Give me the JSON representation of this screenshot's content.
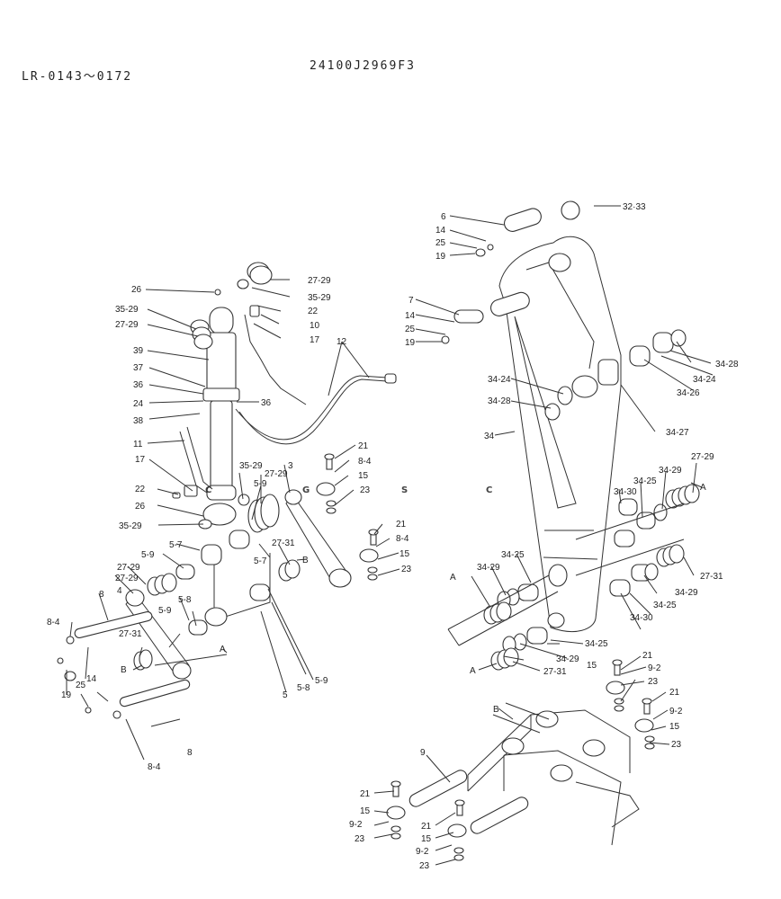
{
  "header": {
    "serial_range": "LR-0143〜0172",
    "drawing_number": "24100J2969F3"
  },
  "watermark": {
    "letters": [
      "C",
      "G",
      "S",
      "C"
    ],
    "colors": [
      "#4d8ff0",
      "#ef6b63",
      "#f7cf52",
      "#3fae7c"
    ]
  },
  "callouts": [
    {
      "id": "l1",
      "text": "6"
    },
    {
      "id": "l2",
      "text": "14"
    },
    {
      "id": "l3",
      "text": "25"
    },
    {
      "id": "l4",
      "text": "19"
    },
    {
      "id": "l5",
      "text": "32·33"
    },
    {
      "id": "l6",
      "text": "7"
    },
    {
      "id": "l7",
      "text": "14"
    },
    {
      "id": "l8",
      "text": "25"
    },
    {
      "id": "l9",
      "text": "19"
    },
    {
      "id": "l10",
      "text": "26"
    },
    {
      "id": "l11",
      "text": "27-29"
    },
    {
      "id": "l12",
      "text": "35-29"
    },
    {
      "id": "l13",
      "text": "35-29"
    },
    {
      "id": "l14",
      "text": "22"
    },
    {
      "id": "l15",
      "text": "27-29"
    },
    {
      "id": "l16",
      "text": "10"
    },
    {
      "id": "l17",
      "text": "17"
    },
    {
      "id": "l18",
      "text": "39"
    },
    {
      "id": "l19",
      "text": "12"
    },
    {
      "id": "l20",
      "text": "37"
    },
    {
      "id": "l21",
      "text": "36"
    },
    {
      "id": "l22",
      "text": "24"
    },
    {
      "id": "l23",
      "text": "36"
    },
    {
      "id": "l24",
      "text": "38"
    },
    {
      "id": "l25",
      "text": "11"
    },
    {
      "id": "l26",
      "text": "34-24"
    },
    {
      "id": "l27",
      "text": "34-28"
    },
    {
      "id": "l28",
      "text": "34-28"
    },
    {
      "id": "l29",
      "text": "34-24"
    },
    {
      "id": "l30",
      "text": "34-26"
    },
    {
      "id": "l31",
      "text": "34-27"
    },
    {
      "id": "l32",
      "text": "34"
    },
    {
      "id": "l33",
      "text": "21"
    },
    {
      "id": "l34",
      "text": "8-4"
    },
    {
      "id": "l35",
      "text": "15"
    },
    {
      "id": "l36",
      "text": "23"
    },
    {
      "id": "l37",
      "text": "17"
    },
    {
      "id": "l38",
      "text": "35-29"
    },
    {
      "id": "l39",
      "text": "27-29"
    },
    {
      "id": "l40",
      "text": "3"
    },
    {
      "id": "l41",
      "text": "5-9"
    },
    {
      "id": "l42",
      "text": "22"
    },
    {
      "id": "l43",
      "text": "26"
    },
    {
      "id": "l44",
      "text": "35-29"
    },
    {
      "id": "l45",
      "text": "27-29"
    },
    {
      "id": "l46",
      "text": "34-29"
    },
    {
      "id": "l47",
      "text": "34-25"
    },
    {
      "id": "l48",
      "text": "A"
    },
    {
      "id": "l49",
      "text": "34-30"
    },
    {
      "id": "l50",
      "text": "21"
    },
    {
      "id": "l51",
      "text": "8-4"
    },
    {
      "id": "l52",
      "text": "15"
    },
    {
      "id": "l53",
      "text": "23"
    },
    {
      "id": "l54",
      "text": "5-7"
    },
    {
      "id": "l55",
      "text": "27-31"
    },
    {
      "id": "l56",
      "text": "5-9"
    },
    {
      "id": "l57",
      "text": "5-7"
    },
    {
      "id": "l58",
      "text": "B"
    },
    {
      "id": "l59",
      "text": "34-29"
    },
    {
      "id": "l60",
      "text": "34-25"
    },
    {
      "id": "l61",
      "text": "27-29"
    },
    {
      "id": "l62",
      "text": "27-31"
    },
    {
      "id": "l63",
      "text": "A"
    },
    {
      "id": "l64",
      "text": "34-29"
    },
    {
      "id": "l65",
      "text": "34-25"
    },
    {
      "id": "l66",
      "text": "27-29"
    },
    {
      "id": "l67",
      "text": "4"
    },
    {
      "id": "l68",
      "text": "8"
    },
    {
      "id": "l69",
      "text": "5-9"
    },
    {
      "id": "l70",
      "text": "5-8"
    },
    {
      "id": "l71",
      "text": "34-30"
    },
    {
      "id": "l72",
      "text": "8-4"
    },
    {
      "id": "l73",
      "text": "27-31"
    },
    {
      "id": "l74",
      "text": "A"
    },
    {
      "id": "l75",
      "text": "34-25"
    },
    {
      "id": "l76",
      "text": "34-29"
    },
    {
      "id": "l77",
      "text": "A"
    },
    {
      "id": "l78",
      "text": "27-31"
    },
    {
      "id": "l79",
      "text": "B"
    },
    {
      "id": "l80",
      "text": "14"
    },
    {
      "id": "l81",
      "text": "5"
    },
    {
      "id": "l82",
      "text": "5-8"
    },
    {
      "id": "l83",
      "text": "5-9"
    },
    {
      "id": "l84",
      "text": "21"
    },
    {
      "id": "l85",
      "text": "15"
    },
    {
      "id": "l86",
      "text": "9-2"
    },
    {
      "id": "l87",
      "text": "23"
    },
    {
      "id": "l88",
      "text": "19"
    },
    {
      "id": "l89",
      "text": "25"
    },
    {
      "id": "l90",
      "text": "21"
    },
    {
      "id": "l91",
      "text": "9-2"
    },
    {
      "id": "l92",
      "text": "15"
    },
    {
      "id": "l93",
      "text": "23"
    },
    {
      "id": "l94",
      "text": "B"
    },
    {
      "id": "l95",
      "text": "8"
    },
    {
      "id": "l96",
      "text": "8-4"
    },
    {
      "id": "l97",
      "text": "9"
    },
    {
      "id": "l98",
      "text": "21"
    },
    {
      "id": "l99",
      "text": "15"
    },
    {
      "id": "l100",
      "text": "9-2"
    },
    {
      "id": "l101",
      "text": "23"
    },
    {
      "id": "l102",
      "text": "21"
    },
    {
      "id": "l103",
      "text": "15"
    },
    {
      "id": "l104",
      "text": "9-2"
    },
    {
      "id": "l105",
      "text": "23"
    }
  ]
}
